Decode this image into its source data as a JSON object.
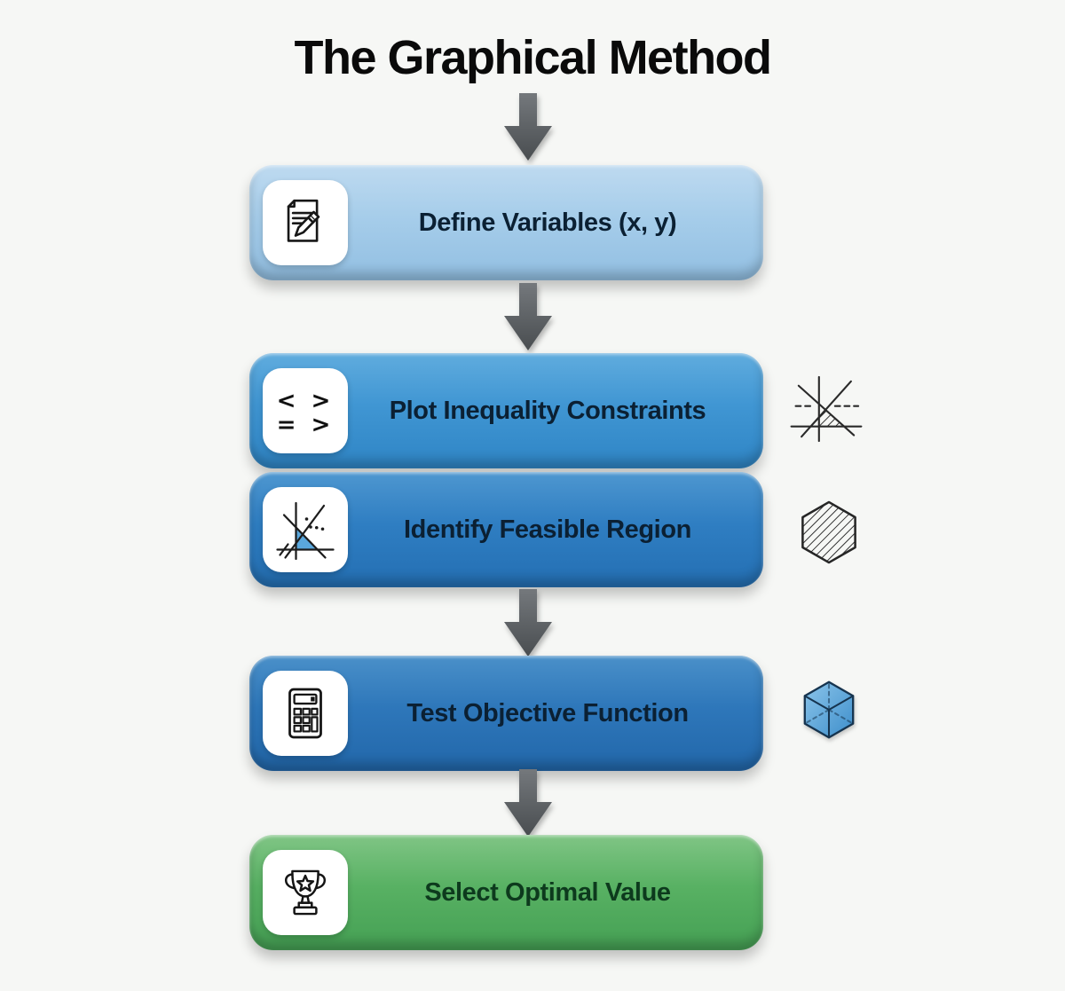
{
  "title": "The Graphical Method",
  "background_color": "#f6f7f5",
  "arrow_color": "#55595c",
  "steps": [
    {
      "label": "Define Variables (x, y)",
      "icon": "document-pencil-icon",
      "fill": "#a6cdea",
      "text_color": "#0b2033"
    },
    {
      "label": "Plot Inequality Constraints",
      "icon": "inequality-symbols-icon",
      "fill": "#4096d3",
      "text_color": "#0b2033"
    },
    {
      "label": "Identify Feasible Region",
      "icon": "feasible-region-plot-icon",
      "fill": "#2f7ec2",
      "text_color": "#0b2033"
    },
    {
      "label": "Test Objective Function",
      "icon": "calculator-icon",
      "fill": "#2e77ba",
      "text_color": "#0b2033"
    },
    {
      "label": "Select Optimal Value",
      "icon": "trophy-star-icon",
      "fill": "#58b163",
      "text_color": "#0d3a1d"
    }
  ],
  "icon_glyphs": {
    "inequality_top": "< >",
    "inequality_bottom": "= >"
  },
  "side_icons": [
    {
      "name": "constraint-lines-sketch-icon",
      "next_to": "Plot Inequality Constraints"
    },
    {
      "name": "hatched-hexagon-icon",
      "next_to": "Identify Feasible Region"
    },
    {
      "name": "shaded-cube-icon",
      "next_to": "Test Objective Function",
      "fill": "#4f9ed6"
    }
  ]
}
